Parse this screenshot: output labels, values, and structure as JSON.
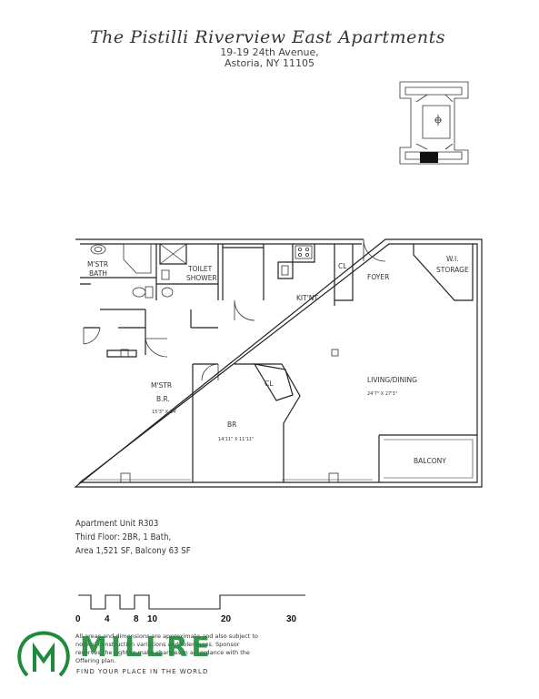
{
  "header": {
    "building_name": "The Pistilli Riverview East Apartments",
    "address_line1": "19-19 24th Avenue,",
    "address_line2": "Astoria, NY 11105"
  },
  "rooms": {
    "mstr_bath_line1": "M'STR",
    "mstr_bath_line2": "BATH",
    "toilet_line1": "TOILET",
    "toilet_line2": "SHOWER",
    "closet_kitchen": "CL",
    "kitchenette": "KIT'NT",
    "foyer": "FOYER",
    "wi_line1": "W.I.",
    "wi_line2": "STORAGE",
    "mstr_br_line1": "M'STR",
    "mstr_br_line2": "B.R.",
    "mstr_br_dim": "15'3\" X 14'",
    "closet_br": "CL",
    "br": "BR",
    "br_dim": "14'11\" X 11'11\"",
    "living": "LIVING/DINING",
    "living_dim": "24'7\" X 27'3\"",
    "balcony": "BALCONY"
  },
  "unit": {
    "line1": "Apartment Unit R303",
    "line2": "Third Floor: 2BR, 1 Bath,",
    "line3": "Area 1,521 SF, Balcony 63 SF"
  },
  "scale": {
    "labels": [
      "0",
      "4",
      "8",
      "10",
      "20",
      "30"
    ]
  },
  "disclaimer": "All areas and dimensions are approximate and also subject to normal construction variations and tolerances. Sponsor reserves the right to make changes in accordance with the Offering plan.",
  "logo": {
    "word": "MILLRE",
    "tagline": "FIND YOUR PLACE IN THE WORLD",
    "color": "#1f8a3a"
  }
}
